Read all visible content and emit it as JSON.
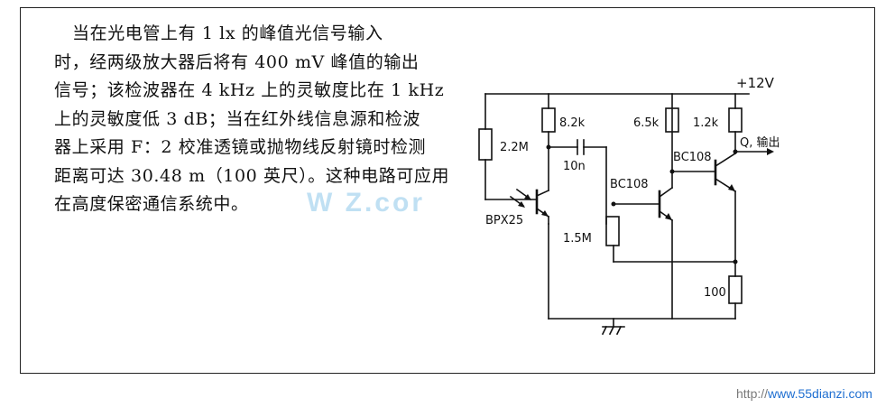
{
  "description": {
    "lines": [
      "当在光电管上有 1 lx 的峰值光信号输入",
      "时，经两级放大器后将有 400 mV 峰值的输出",
      "信号；该检波器在 4 kHz 上的灵敏度比在 1 kHz",
      "上的灵敏度低 3 dB；当在红外线信息源和检波",
      "器上采用 F：2 校准透镜或抛物线反射镜时检测",
      "距离可达 30.48 m（100 英尺）。这种电路可应用",
      "在高度保密通信系统中。"
    ]
  },
  "circuit": {
    "supply_label": "+12V",
    "output_label": "Q, 输出",
    "components": {
      "r1": "2.2M",
      "r2": "8.2k",
      "c1": "10n",
      "r3": "1.5M",
      "r4": "6.5k",
      "r5": "1.2k",
      "r6": "100",
      "q_photo": "BPX25",
      "q1": "BC108",
      "q2": "BC108"
    }
  },
  "watermarks": {
    "center": "W  Z.cor",
    "corner_prefix": "http://",
    "corner_url": "www.55dianzi.com"
  }
}
